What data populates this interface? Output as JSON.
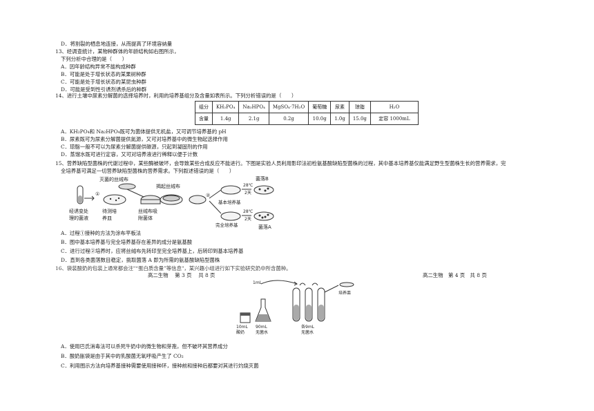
{
  "top": {
    "q12d": "D．将割裂的栖息地连接，从而提高了环境容纳量"
  },
  "q13": {
    "stem1": "13、经调查统计，某物种群体的年龄结构如右图所示，",
    "stem2": "下列分析中合理的是（　　）",
    "options": [
      "A．因年龄结构异常不能构成种群",
      "B．可能是处于增长状态的某果树种群",
      "C．可能是处于增长状态的某昆虫种群",
      "D．可能是受到性引诱剂诱杀后的种群"
    ]
  },
  "q14": {
    "stem": "14、进行土壤中尿素分解菌的选择培养时，利用的培养基组分及含量如表所示。下列分析错误的是（　　）",
    "table": {
      "header": [
        "组分",
        "KH₂PO₄",
        "Na₂HPO₄",
        "MgSO₄·7H₂O",
        "葡萄糖",
        "尿素",
        "琼脂",
        "H₂O"
      ],
      "row": [
        "含量",
        "1.4g",
        "2.1g",
        "0.2g",
        "10.0g",
        "1.0g",
        "15.0g",
        "定容 1000mL"
      ]
    },
    "options": [
      "A．KH₂PO₄和 Na₂HPO₄既可为菌体提供无机盐，又可调节培养基的 pH",
      "B．尿素既可为尿素分解菌提供氮源，又可对培养基中的微生物起选择作用",
      "C．琼脂一般不可以为尿素分解菌提供碳源，只起到凝固剂的作用",
      "D．蒸馏水既可进行定容，又可对培养液进行稀释以便于计数"
    ]
  },
  "q15": {
    "stem1": "15、营养缺陷型菌株的代谢过程中，某些酶被破坏，会导致某些合成反应不能进行。下图是实验人员利用影印法初检氨基酸缺陷型菌株的过程，其中基本培养基仅能满足野生型菌株生长的营养需求，完",
    "stem2": "全培养基可满足一切营养缺陷型菌株的营养需求。下列叙述错误的是（　　）",
    "figure": {
      "sterile_velvet": "灭菌的丝绒布",
      "lift_velvet": "揭起丝绒布",
      "colony_b": "菌落B",
      "colony_a": "菌落A",
      "temp1": "28℃",
      "days1": "2天",
      "temp2": "28℃",
      "days2": "2天",
      "basic_medium": "基本培养基",
      "complete_medium": "完全培养基",
      "step1": "①",
      "step2": "②",
      "cap1a": "经诱变处",
      "cap1b": "理的菌液",
      "cap2a": "待测培",
      "cap2b": "养皿",
      "cap3a": "丝绒布吸",
      "cap3b": "附菌体"
    },
    "options": [
      "A．过程①接种的方法为涂布平板法",
      "B．图中基本培养基与完全培养基存在差异的成分是氨基酸",
      "C．进行过程②培养时，应将丝绒布先转印至完全培养基上，后转印到基本培养基",
      "D．直到各类菌落数目稳定，挑取菌落 A 即为所需的氨基酸缺陷型菌株"
    ]
  },
  "q16": {
    "stem": "16、袋装酸奶的包装上通常都会注\"“蛋白质含量”等信息\"，某兴趣小组进行如下实验研究奶中所含菌种。"
  },
  "footer": {
    "left": "高二生物　 第 3 页　 共 8 页",
    "right": "高二生物　第 4 页　共 8 页"
  },
  "fig2": {
    "top_label": "1mL",
    "plate_label": "培养皿",
    "yogurt_a": "10mL",
    "yogurt_b": "酸奶",
    "flask_a": "90mL",
    "flask_b": "无菌水",
    "tubes_a": "各9mL",
    "tubes_b": "无菌水"
  },
  "q16options": [
    "A．使用巴氏消毒法可以杀死牛奶中的微生物和芽孢，但不破坏其营养成分",
    "B．酸奶胀袋是由于其中的乳酸菌无氧呼吸产生了 CO₂",
    "C．利用图示方法向培养基接种需要使用接种环，接种前和接种后都要对其进行灼烧灭菌"
  ]
}
